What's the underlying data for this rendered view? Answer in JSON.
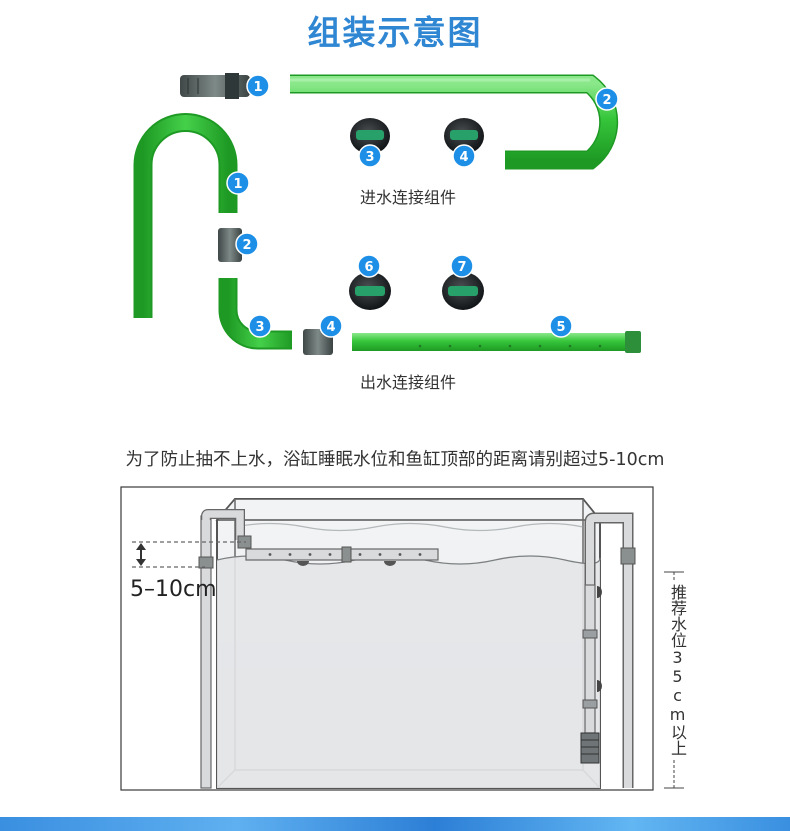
{
  "title": "组装示意图",
  "inlet_caption": "进水连接组件",
  "outlet_caption": "出水连接组件",
  "notice": "为了防止抽不上水，浴缸睡眠水位和鱼缸顶部的距离请别超过5-10cm",
  "range_label": "5–10cm",
  "recommended_level": "推荐水位35cm以上",
  "part_numbers": {
    "inlet": [
      "1",
      "2",
      "3",
      "4"
    ],
    "outlet": [
      "1",
      "2",
      "3",
      "4",
      "5",
      "6",
      "7"
    ]
  },
  "colors": {
    "title": "#2f86d2",
    "badge": "#1e8fe6",
    "pipe_green": "#35c33a",
    "water": "#e6e8ea",
    "footer": "#3a8fe0"
  }
}
